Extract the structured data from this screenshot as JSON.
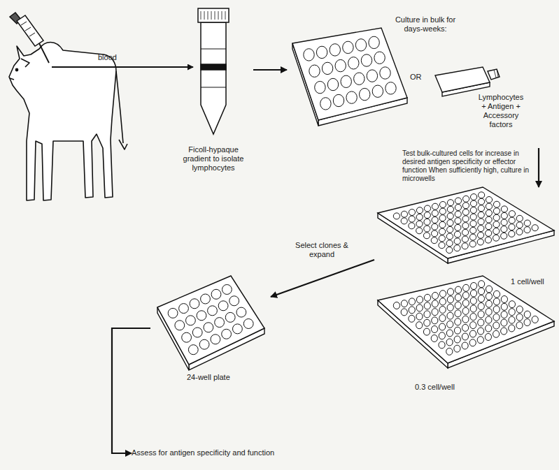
{
  "diagram": {
    "nodes": [
      {
        "text": [
          "Ficoll-hypaque gradient to isolate lymphocytes"
        ]
      },
      {
        "text": [
          "Culture in bulk for days-weeks:"
        ]
      },
      {
        "text": [
          "Lymphocytes + Antigen + Accessory factors"
        ]
      },
      {
        "text": [
          "1 cell/well"
        ]
      },
      {
        "text": [
          "0.3 cell/well"
        ]
      },
      {
        "text": [
          "24-well plate"
        ]
      },
      {
        "text": [
          "Assess for antigen specificity and function"
        ]
      }
    ],
    "edges": [
      {
        "from": 0,
        "to": 1,
        "arrow": "to"
      },
      {
        "from": 2,
        "to": 3,
        "label": "Test bulk-cultured cells for increase in desired antigen specificity or effector function When sufficiently high, culture in microwells",
        "arrow": "to"
      },
      {
        "from": 3,
        "to": 5,
        "label": "Select clones & expand",
        "arrow": "to"
      },
      {
        "from": 5,
        "to": 6,
        "arrow": "to"
      }
    ],
    "labels": [
      "blood",
      "OR"
    ]
  }
}
